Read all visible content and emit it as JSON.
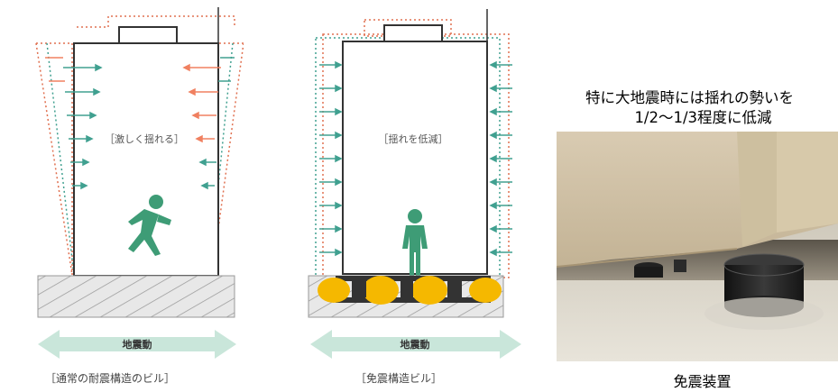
{
  "left_diagram": {
    "inner_label": "［激しく揺れる］",
    "arrow_label": "地震動",
    "caption": "［通常の耐震構造のビル］"
  },
  "center_diagram": {
    "inner_label": "［揺れを低減］",
    "arrow_label": "地震動",
    "caption": "［免震構造ビル］"
  },
  "right_panel": {
    "title_line1": "特に大地震時には揺れの勢いを",
    "title_line2": "1/2〜1/3程度に低減",
    "photo_caption": "免震装置"
  },
  "colors": {
    "arrow_green": "#7fc8a0",
    "arrow_red": "#f08060",
    "arrow_teal": "#40a090",
    "hatch_gray": "#999999",
    "damper_yellow": "#f5b800",
    "figure_green": "#3e9c76"
  }
}
